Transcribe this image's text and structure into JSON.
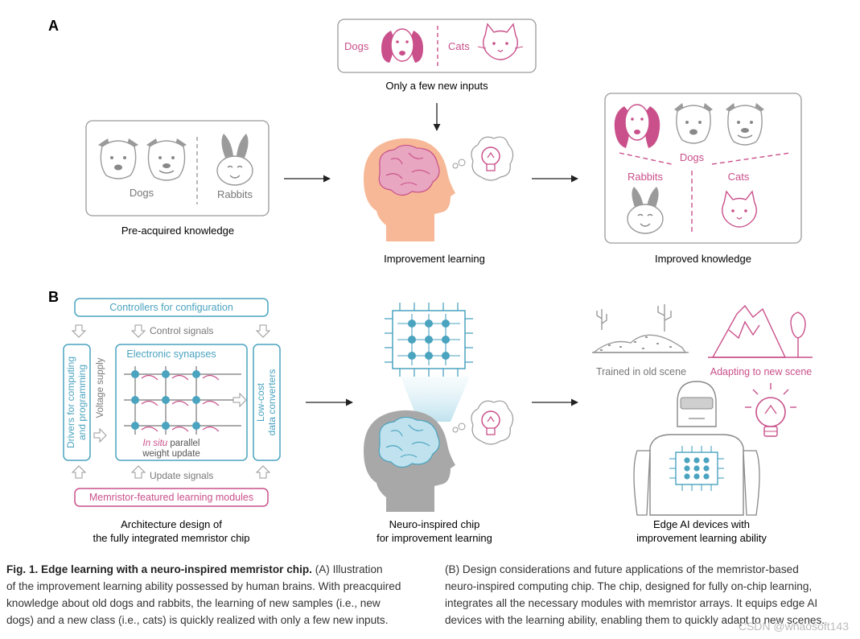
{
  "panel_a": {
    "letter": "A",
    "new_inputs": {
      "dogs": "Dogs",
      "cats": "Cats",
      "label": "Only a few new inputs"
    },
    "pre_acquired": {
      "dogs": "Dogs",
      "rabbits": "Rabbits",
      "label": "Pre-acquired knowledge"
    },
    "learning_label": "Improvement learning",
    "improved": {
      "dogs": "Dogs",
      "rabbits": "Rabbits",
      "cats": "Cats",
      "label": "Improved knowledge"
    }
  },
  "panel_b": {
    "letter": "B",
    "controllers": "Controllers for configuration",
    "control_signals": "Control signals",
    "drivers_line1": "Drivers for computing",
    "drivers_line2": "and programming",
    "voltage_supply": "Voltage supply",
    "electronic_synapses": "Electronic synapses",
    "in_situ": "In situ",
    "parallel": " parallel",
    "weight_update": "weight update",
    "converters_line1": "Low-cost",
    "converters_line2": "data converters",
    "update_signals": "Update signals",
    "memristor_modules": "Memristor-featured learning modules",
    "arch_line1": "Architecture design of",
    "arch_line2": "the fully integrated memristor chip",
    "chip_line1": "Neuro-inspired chip",
    "chip_line2": "for improvement learning",
    "old_scene": "Trained in old scene",
    "new_scene": "Adapting to new scene",
    "edge_line1": "Edge AI devices with",
    "edge_line2": "improvement learning ability"
  },
  "caption": {
    "title": "Fig. 1. Edge learning with a neuro-inspired memristor chip.",
    "left_lines": [
      " (A) Illustration",
      "of the improvement learning ability possessed by human brains. With preacquired",
      "knowledge about old dogs and rabbits, the learning of new samples (i.e., new",
      "dogs) and a new class (i.e., cats) is quickly realized with only a few new inputs."
    ],
    "right_lines": [
      "(B) Design considerations and future applications of the memristor-based",
      "neuro-inspired computing chip. The chip, designed for fully on-chip learning,",
      "integrates all the necessary modules with memristor arrays. It equips edge AI",
      "devices with the learning ability, enabling them to quickly adapt to new scenes."
    ]
  },
  "watermark": "CSDN @whaosoft143",
  "colors": {
    "pink": "#c9508a",
    "teal": "#4aa3bf",
    "gray": "#9a9a9a",
    "skin": "#f6b896",
    "brain_pink": "#e8a6c0"
  }
}
